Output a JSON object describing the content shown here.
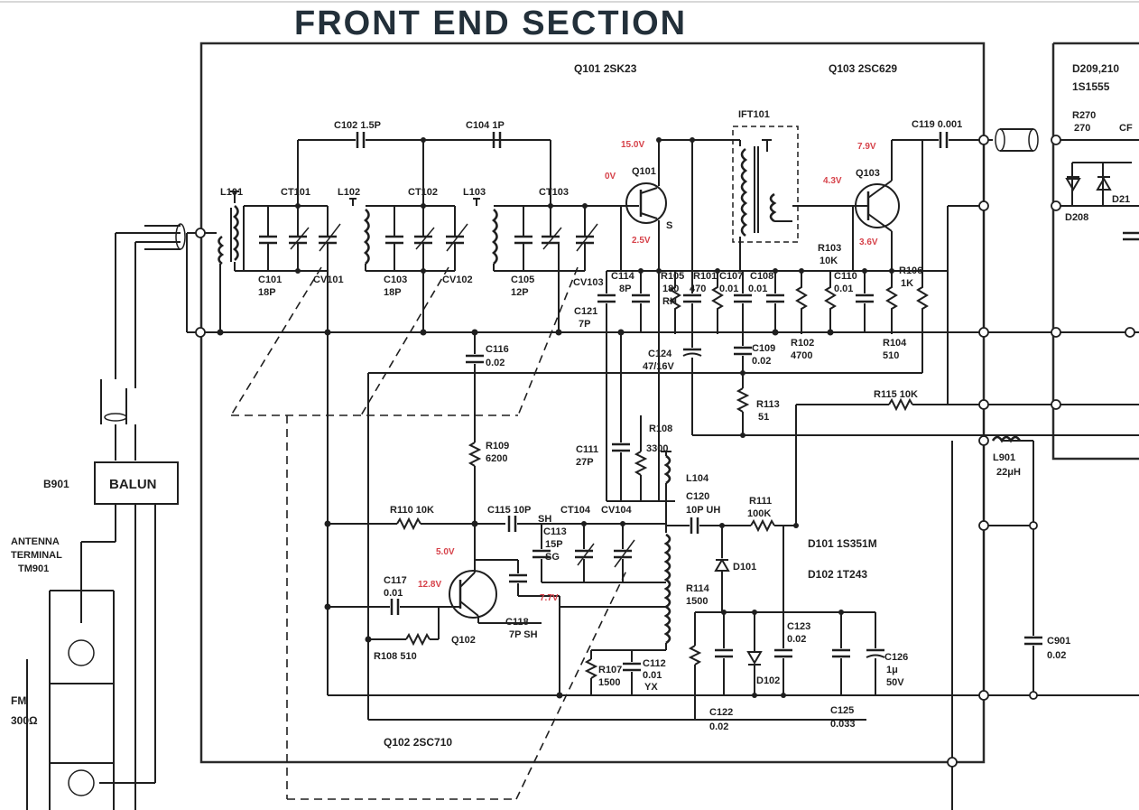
{
  "title": "FRONT END SECTION",
  "transistors": {
    "q101": "Q101  2SK23",
    "q103": "Q103  2SC629",
    "q102": "Q102  2SC710",
    "q101_sym": "Q101",
    "q103_sym": "Q103",
    "q102_sym": "Q102"
  },
  "diodes": {
    "d101_type": "D101 1S351M",
    "d102_type": "D102 1T243",
    "d101_sym": "D101",
    "d102_sym": "D102",
    "d209_210": "D209,210",
    "d209_type": "1S1555",
    "d208": "D208",
    "d21x": "D21"
  },
  "components": {
    "c102": "C102 1.5P",
    "c104": "C104 1P",
    "c119": "C119  0.001",
    "ift101": "IFT101",
    "l101": "L101",
    "ct101": "CT101",
    "l102": "L102",
    "ct102": "CT102",
    "l103": "L103",
    "ct103": "CT103",
    "c101": "C101",
    "c101_v": "18P",
    "c103": "C103",
    "c103_v": "18P",
    "c105": "C105",
    "c105_v": "12P",
    "cv101": "CV101",
    "cv102": "CV102",
    "cv103": "CV103",
    "c114": "C114",
    "c114_v": "8P",
    "c121": "C121",
    "c121_v": "7P",
    "r105": "R105",
    "r105_v": "180",
    "r105_rh": "RH",
    "r101": "R101",
    "r101_v": "470",
    "c107": "C107",
    "c107_v": "0.01",
    "c108": "C108",
    "c108_v": "0.01",
    "r103": "R103",
    "r103_v": "10K",
    "c110": "C110",
    "c110_v": "0.01",
    "r106": "R106",
    "r106_v": "1K",
    "r102": "R102",
    "r102_v": "4700",
    "r104": "R104",
    "r104_v": "510",
    "c124": "C124",
    "c124_v": "47/16V",
    "c109": "C109",
    "c109_v": "0.02",
    "c116": "C116",
    "c116_v": "0.02",
    "r113": "R113",
    "r113_v": "51",
    "r115": "R115  10K",
    "r109": "R109",
    "r109_v": "6200",
    "c111": "C111",
    "c111_v": "27P",
    "r108b": "R108",
    "r108b_v": "3300",
    "l104": "L104",
    "r110": "R110  10K",
    "c115": "C115  10P",
    "c115_sh": "SH",
    "ct104": "CT104",
    "cv104": "CV104",
    "c120": "C120",
    "c120_v": "10P UH",
    "r111": "R111",
    "r111_v": "100K",
    "c113": "C113",
    "c113_v": "15P",
    "c113_sg": "SG",
    "c117": "C117",
    "c117_v": "0.01",
    "c118": "C118",
    "c118_v": "7P SH",
    "r108": "R108  510",
    "r107": "R107",
    "r107_v": "1500",
    "c112": "C112",
    "c112_v": "0.01",
    "c112_yx": "YX",
    "r114": "R114",
    "r114_v": "1500",
    "c123": "C123",
    "c123_v": "0.02",
    "c126": "C126",
    "c126_v": "1μ",
    "c126_v2": "50V",
    "c122": "C122",
    "c122_v": "0.02",
    "c125": "C125",
    "c125_v": "0.033",
    "l901": "L901",
    "l901_v": "22μH",
    "c901": "C901",
    "c901_v": "0.02",
    "r270": "R270",
    "r270_v": "270",
    "cf": "CF",
    "s_pin": "S"
  },
  "voltages": {
    "v1": "15.0V",
    "v2": "0V",
    "v3": "2.5V",
    "v4": "7.9V",
    "v5": "4.3V",
    "v6": "3.6V",
    "v7": "5.0V",
    "v8": "12.8V",
    "v9": "7.7V"
  },
  "antenna": {
    "b901": "B901",
    "balun": "BALUN",
    "terminal_1": "ANTENNA",
    "terminal_2": "TERMINAL",
    "terminal_3": "TM901",
    "fm": "FM",
    "ohm": "300Ω"
  }
}
